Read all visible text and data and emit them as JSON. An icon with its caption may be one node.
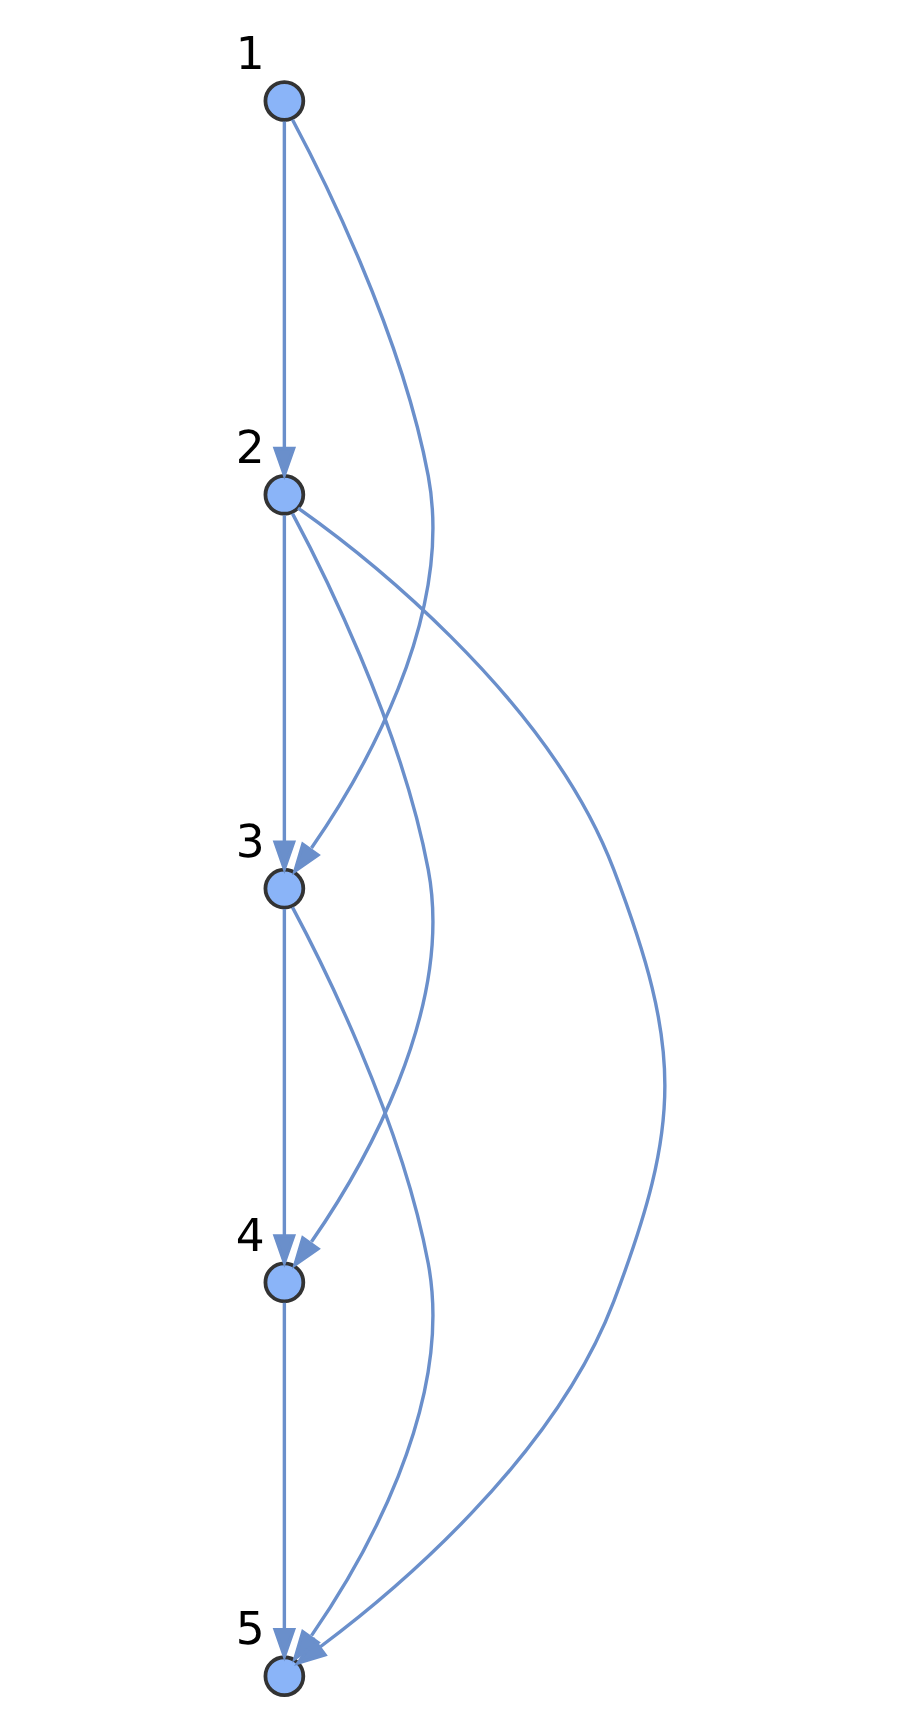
{
  "diagram": {
    "nodes": [
      {
        "text": [],
        "shape": "circle",
        "beside": [
          "1"
        ]
      },
      {
        "text": [],
        "shape": "circle",
        "beside": [
          "2"
        ]
      },
      {
        "text": [],
        "shape": "circle",
        "beside": [
          "3"
        ]
      },
      {
        "text": [],
        "shape": "circle",
        "beside": [
          "4"
        ]
      },
      {
        "text": [],
        "shape": "circle",
        "beside": [
          "5"
        ]
      }
    ],
    "edges": [
      {
        "from": 0,
        "to": 1,
        "arrow": "to"
      },
      {
        "from": 0,
        "to": 2,
        "arrow": "to"
      },
      {
        "from": 1,
        "to": 2,
        "arrow": "to"
      },
      {
        "from": 1,
        "to": 3,
        "arrow": "to"
      },
      {
        "from": 1,
        "to": 4,
        "arrow": "to"
      },
      {
        "from": 2,
        "to": 3,
        "arrow": "to"
      },
      {
        "from": 2,
        "to": 4,
        "arrow": "to"
      },
      {
        "from": 3,
        "to": 4,
        "arrow": "to"
      }
    ]
  }
}
